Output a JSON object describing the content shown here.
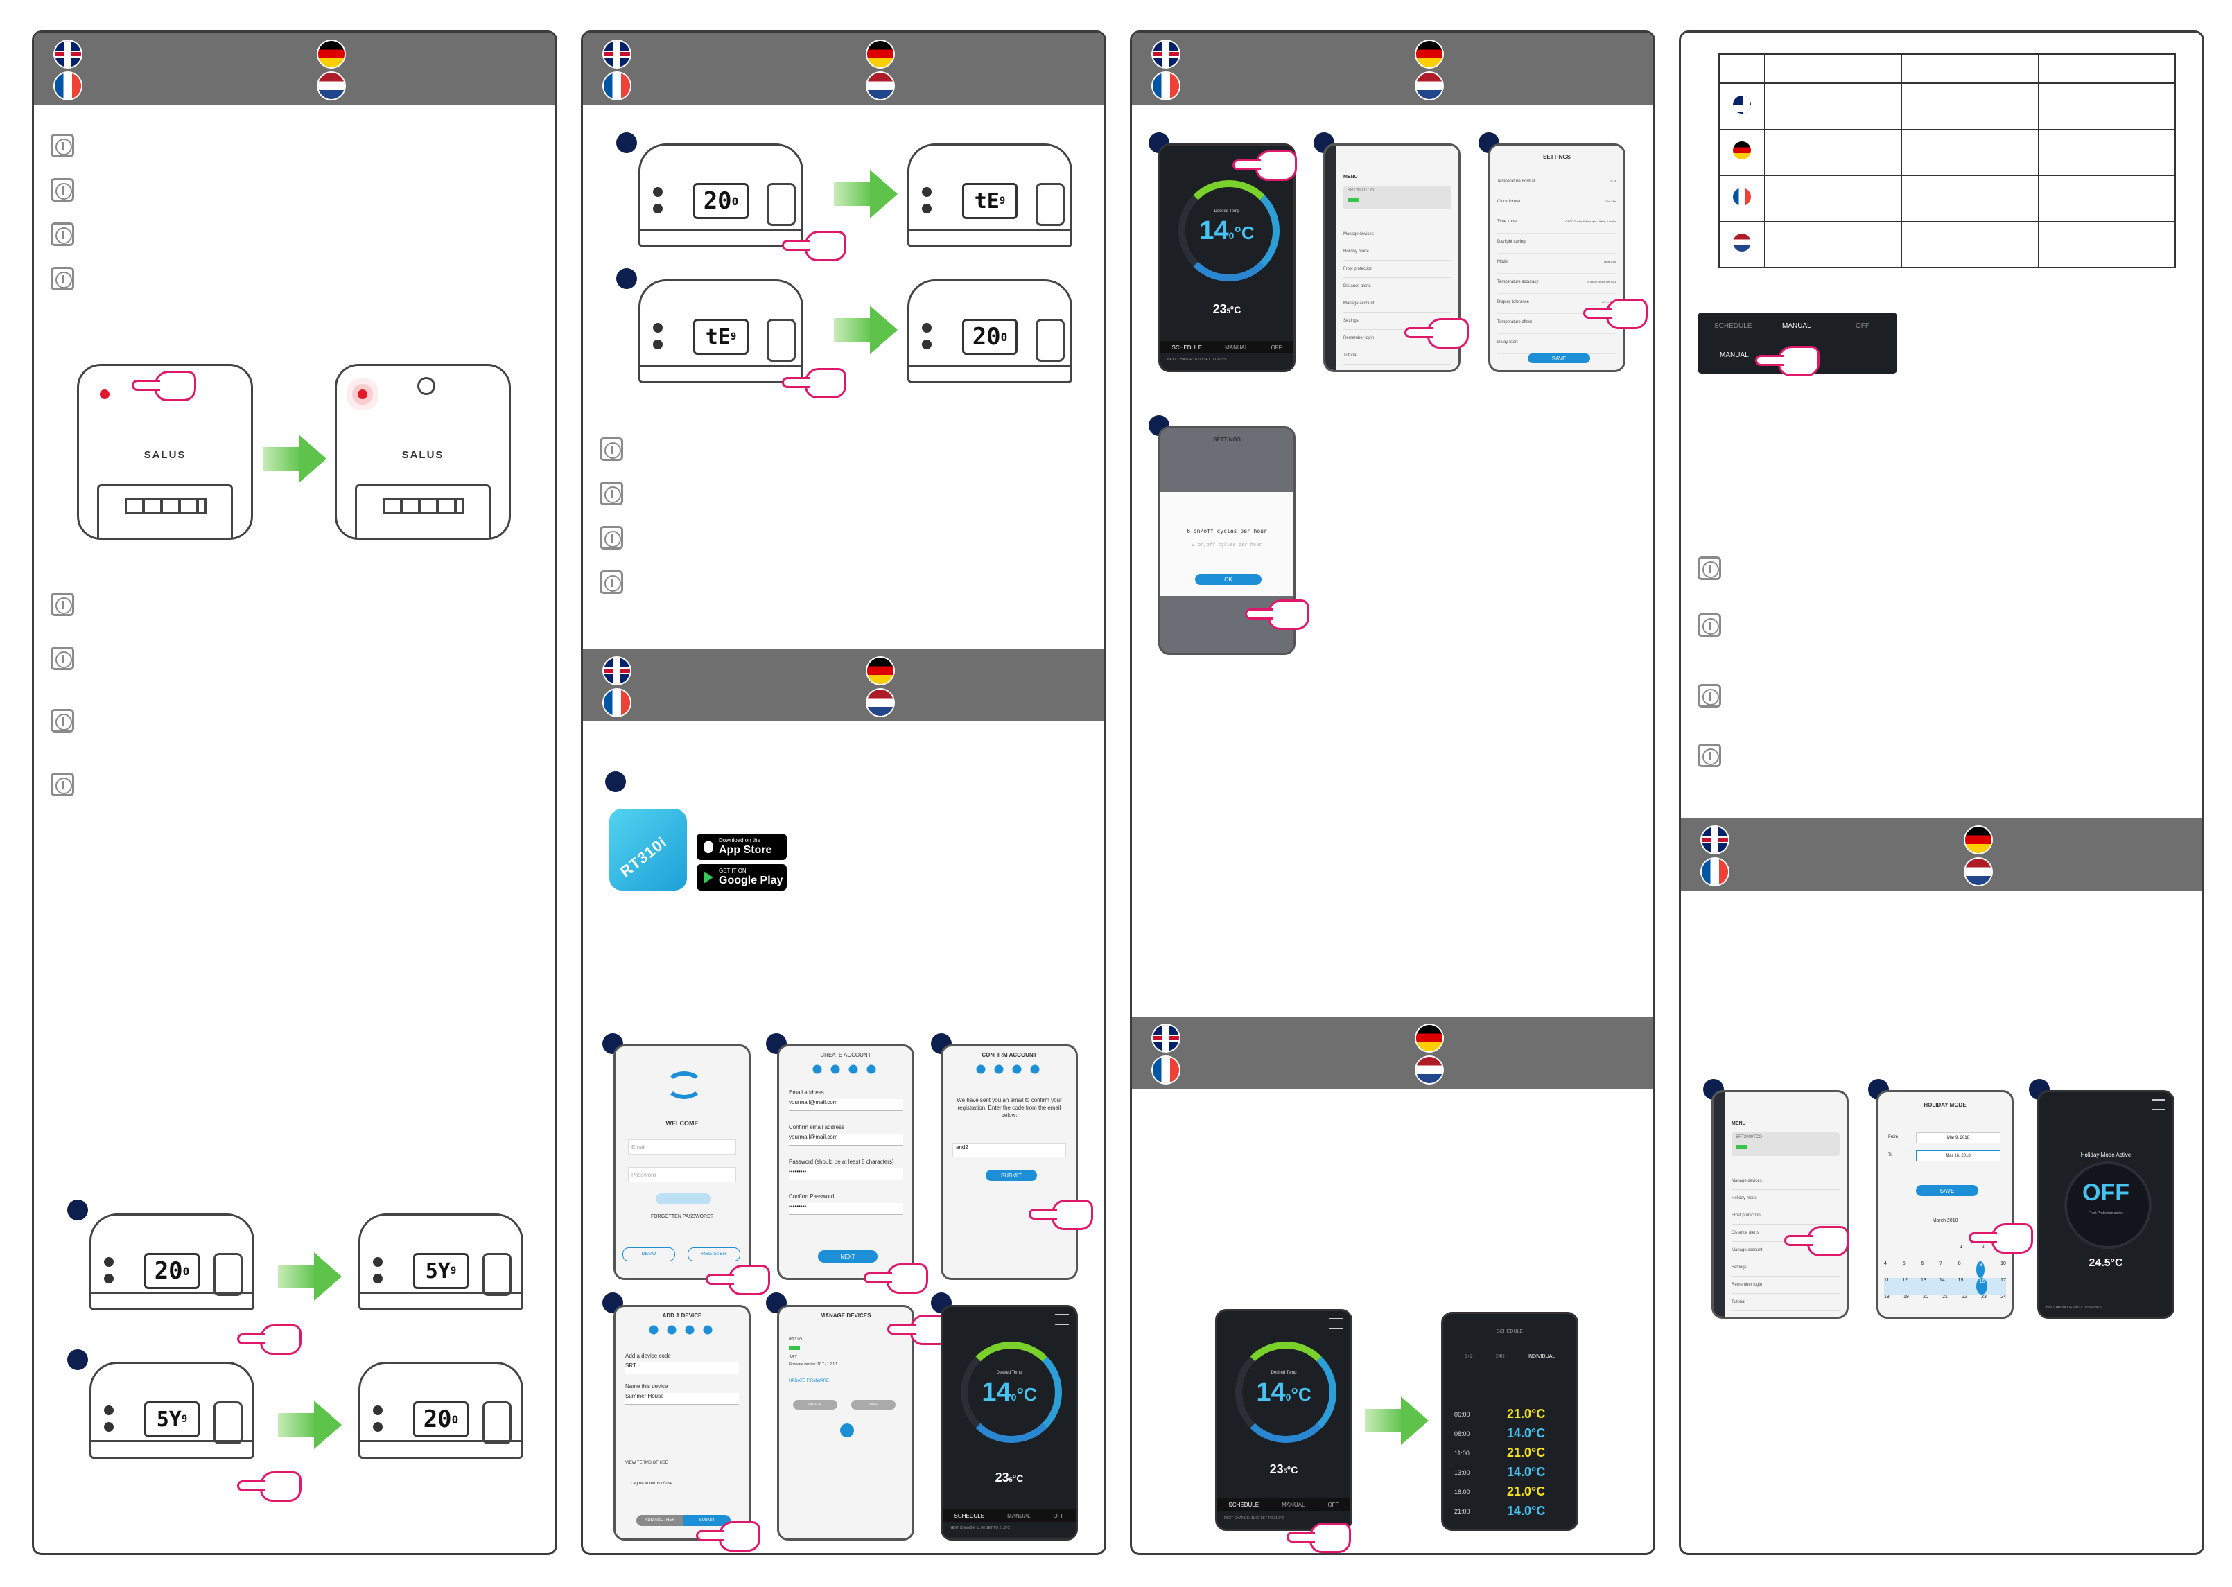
{
  "salus": {
    "brand": "SALUS"
  },
  "lcd": {
    "t1": "20",
    "t1_dec": "0",
    "teg": "tE",
    "teg_sub": "9",
    "sy": "5Y",
    "sy_sub": "9"
  },
  "app": {
    "name": "RT310i",
    "app_store": {
      "small": "Download on the",
      "big": "App Store"
    },
    "google_play": {
      "small": "GET IT ON",
      "big": "Google Play"
    }
  },
  "screens": {
    "welcome": {
      "title": "WELCOME",
      "email": "Email",
      "password": "Password",
      "forgot": "FORGOTTEN PASSWORD?",
      "demo": "DEMO",
      "register": "REGISTER"
    },
    "create": {
      "title": "CREATE ACCOUNT",
      "email_label": "Email address",
      "email_value": "yourmail@mail.com",
      "confirm_email_label": "Confirm email address",
      "confirm_email_value": "yourmail@mail.com",
      "password_label": "Password (should be at least 8 characters)",
      "password_value": "•••••••••",
      "confirm_password_label": "Confirm Password",
      "confirm_password_value": "•••••••••",
      "next": "NEXT"
    },
    "confirm": {
      "title": "CONFIRM ACCOUNT",
      "body": "We have sent you an email to confirm your registration. Enter the code from the email below:",
      "code": "and2",
      "submit": "SUBMIT"
    },
    "add_device": {
      "title": "ADD A DEVICE",
      "code_label": "Add a device code",
      "code_value": "SRT",
      "name_label": "Name this device",
      "name_value": "Summer House",
      "terms": "VIEW TERMS OF USE",
      "agree": "I agree to terms of use",
      "add_another": "ADD ANOTHER",
      "submit": "SUBMIT"
    },
    "manage": {
      "title": "MANAGE DEVICES",
      "device": "RT310i",
      "srt": "SRT",
      "firmware": "Firmware version: 10.7 / 1.2.1.5",
      "update": "UPDATE FIRMWARE",
      "delete": "DELETE",
      "save": "SAVE"
    },
    "thermo": {
      "desired": "Desired Temp",
      "temp_big": "14",
      "temp_dec": "0",
      "unit": "°C",
      "current": "23",
      "current_dec": "5",
      "current_unit": "°C",
      "tab_schedule": "SCHEDULE",
      "tab_manual": "MANUAL",
      "tab_off": "OFF",
      "next_change": "NEXT CHANGE: 11:00 SET TO 21.0°C"
    },
    "menu": {
      "title": "MENU",
      "device": "SRT2000TCO",
      "items": [
        "Manage devices",
        "Holiday mode",
        "Frost protection",
        "Distance alerts",
        "Manage account",
        "Settings",
        "Remember login",
        "Tutorial"
      ]
    },
    "settings": {
      "title": "SETTINGS",
      "rows": [
        {
          "label": "Temperature Format",
          "value": "°C   °F"
        },
        {
          "label": "Clock format",
          "value": "12hr   24hr"
        },
        {
          "label": "Time zone",
          "value": "GMT0 Dublin, Edinburgh, Lisbon, London"
        },
        {
          "label": "Daylight saving",
          "value": ""
        },
        {
          "label": "Mode",
          "value": "Heat   Cool"
        },
        {
          "label": "Temperature accuracy",
          "value": "6 on/off cycles per hour"
        },
        {
          "label": "Display tolerance",
          "value": "0.5°C   0.1°C"
        },
        {
          "label": "Temperature offset",
          "value": "0°C"
        },
        {
          "label": "Delay Start",
          "value": ""
        }
      ],
      "save": "SAVE"
    },
    "picker": {
      "title": "SETTINGS",
      "opt1": "6 on/off cycles per hour",
      "opt2": "3 on/off cycles per hour",
      "ok": "OK"
    },
    "schedule": {
      "title": "SCHEDULE",
      "tabs": [
        "5+2",
        "24H",
        "INDIVIDUAL"
      ],
      "rows": [
        {
          "time": "06:00",
          "temp": "21.0°C",
          "color": "#f4e21c"
        },
        {
          "time": "08:00",
          "temp": "14.0°C",
          "color": "#46c3f0"
        },
        {
          "time": "11:00",
          "temp": "21.0°C",
          "color": "#f4e21c"
        },
        {
          "time": "13:00",
          "temp": "14.0°C",
          "color": "#46c3f0"
        },
        {
          "time": "16:00",
          "temp": "21.0°C",
          "color": "#f4e21c"
        },
        {
          "time": "21:00",
          "temp": "14.0°C",
          "color": "#46c3f0"
        }
      ]
    },
    "mode_bar": {
      "schedule": "SCHEDULE",
      "manual": "MANUAL",
      "off": "OFF",
      "manual2": "MANUAL"
    },
    "holiday": {
      "title": "HOLIDAY MODE",
      "from_label": "From",
      "from_value": "Mar 9, 2018",
      "to_label": "To",
      "to_value": "Mar 16, 2018",
      "save": "SAVE",
      "month": "March 2018",
      "cal_row1": [
        "",
        "",
        "",
        "",
        "1",
        "2",
        "3"
      ],
      "cal_row2": [
        "4",
        "5",
        "6",
        "7",
        "8",
        "9",
        "10"
      ],
      "cal_row3": [
        "11",
        "12",
        "13",
        "14",
        "15",
        "16",
        "17"
      ],
      "cal_row4": [
        "18",
        "19",
        "20",
        "21",
        "22",
        "23",
        "24"
      ]
    },
    "holiday_active": {
      "title": "Holiday Mode Active",
      "off": "OFF",
      "frost": "Frost Protection active",
      "temp": "24.5°C",
      "until": "HOLIDAY MODE UNTIL 2018/03/16"
    }
  },
  "colors": {
    "header": "#6f6f70",
    "accent": "#1c8fd6",
    "step": "#0d1f4f",
    "hand": "#e0186c",
    "arrow": "#5dc34a"
  }
}
